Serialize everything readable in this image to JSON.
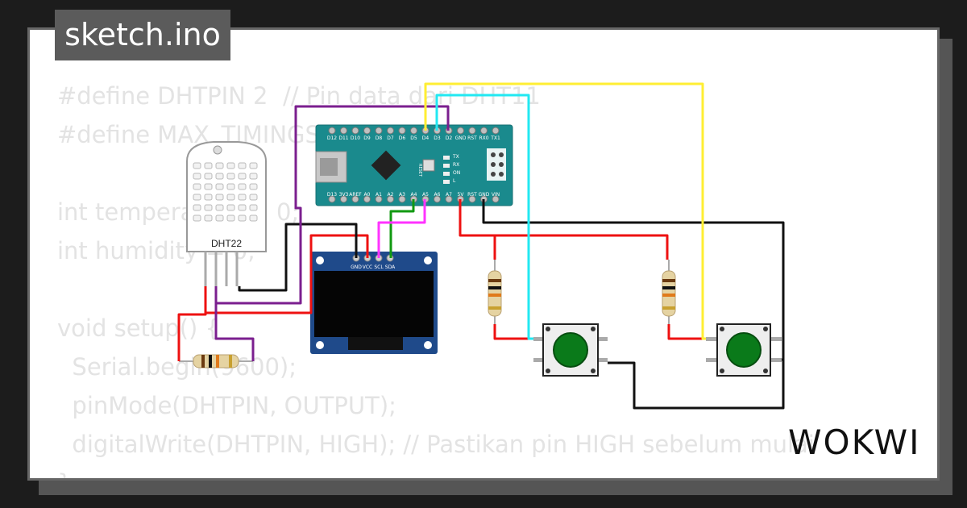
{
  "header": {
    "title": "sketch.ino"
  },
  "code_lines": [
    "#define DHTPIN 2  // Pin data dari DHT11",
    "#define MAX_TIMINGS 85",
    "",
    "int temperature = 0;",
    "int humidity = 0;",
    "",
    "void setup() {",
    "  Serial.begin(9600);",
    "  pinMode(DHTPIN, OUTPUT);",
    "  digitalWrite(DHTPIN, HIGH); // Pastikan pin HIGH sebelum mulai",
    "}"
  ],
  "brand": {
    "logo": "WOKWI"
  },
  "components": {
    "dht": {
      "label": "DHT22"
    },
    "nano": {
      "top_pins": [
        "D12",
        "D11",
        "D10",
        "D9",
        "D8",
        "D7",
        "D6",
        "D5",
        "D4",
        "D3",
        "D2",
        "GND",
        "RST",
        "RX0",
        "TX1"
      ],
      "bottom_pins": [
        "D13",
        "3V3",
        "AREF",
        "A0",
        "A1",
        "A2",
        "A3",
        "A4",
        "A5",
        "A6",
        "A7",
        "5V",
        "RST",
        "GND",
        "VIN"
      ],
      "side_labels": [
        "TX",
        "RX",
        "ON",
        "L"
      ],
      "reset_label": "RESET"
    },
    "oled": {
      "pins": [
        "GND",
        "VCC",
        "SCL",
        "SDA"
      ]
    }
  },
  "wire_colors": {
    "red": "#ee1111",
    "black": "#111111",
    "purple": "#7b1f8f",
    "cyan": "#22e8f2",
    "yellow": "#ffee33",
    "green": "#119911",
    "magenta": "#ff33ff"
  }
}
